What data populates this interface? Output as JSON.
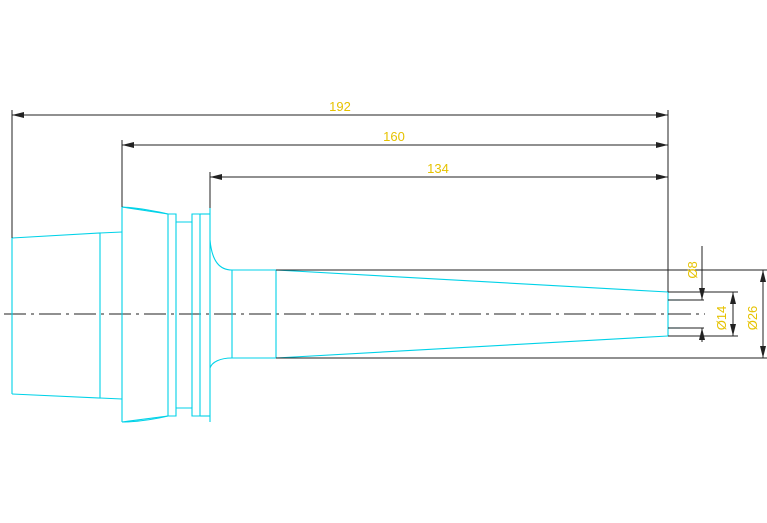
{
  "drawing": {
    "dimensions": {
      "length_192": "192",
      "length_160": "160",
      "length_134": "134",
      "diameter_8": "Ø8",
      "diameter_14": "Ø14",
      "diameter_26": "Ø26"
    },
    "colors": {
      "background": "#ffffff",
      "part_outline": "#00d2e8",
      "dimension_lines": "#222222",
      "dimension_text": "#e6c200"
    }
  }
}
